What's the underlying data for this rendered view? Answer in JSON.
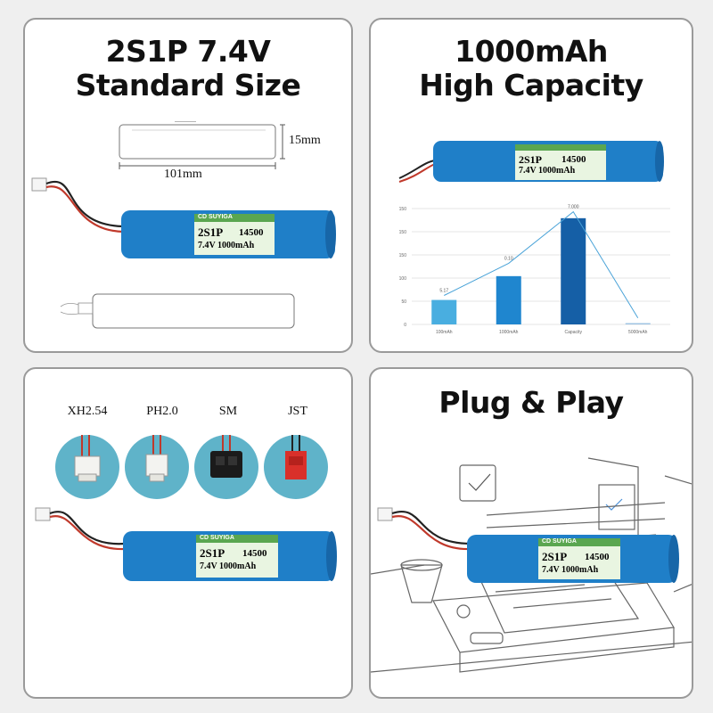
{
  "panels": {
    "standard_size": {
      "title_line1": "2S1P 7.4V",
      "title_line2": "Standard Size",
      "dimension_height": "15mm",
      "dimension_length": "101mm"
    },
    "high_capacity": {
      "title_line1": "1000mAh",
      "title_line2": "High Capacity"
    },
    "connectors": {
      "items": [
        {
          "label": "XH2.54",
          "icon": "xh-connector-icon"
        },
        {
          "label": "PH2.0",
          "icon": "ph-connector-icon"
        },
        {
          "label": "SM",
          "icon": "sm-connector-icon"
        },
        {
          "label": "JST",
          "icon": "jst-connector-icon"
        }
      ]
    },
    "plug_play": {
      "title": "Plug & Play"
    }
  },
  "battery": {
    "brand": "CD SUYIGA",
    "config": "2S1P",
    "model": "14500",
    "spec": "7.4V 1000mAh",
    "color": "#1f7fc8",
    "label_color": "#e9f5e1"
  },
  "chart_data": {
    "type": "bar",
    "categories": [
      "100mAh",
      "1000mAh",
      "Capacity",
      "5000mAh"
    ],
    "values": [
      38,
      75,
      165,
      2
    ],
    "annotations": [
      "5.17",
      "0.10",
      "7.000"
    ],
    "yticks": [
      "0",
      "50",
      "100",
      "150",
      "150",
      "150"
    ],
    "ylim": [
      0,
      180
    ],
    "trend": [
      45,
      95,
      175,
      10
    ],
    "colors": [
      "#49aee0",
      "#1f86cf",
      "#155fa6",
      "#9ec3e3"
    ]
  }
}
